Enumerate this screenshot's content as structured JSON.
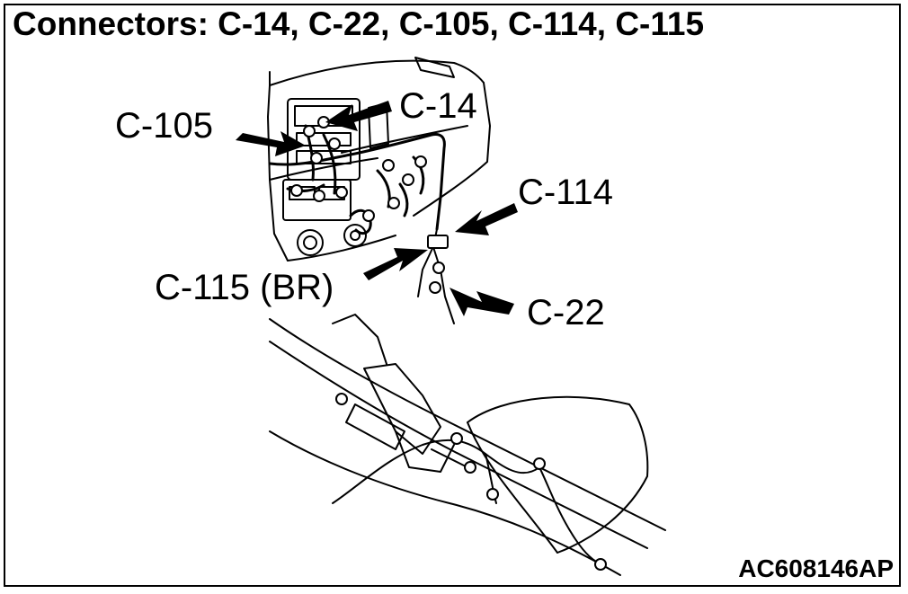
{
  "title": "Connectors: C-14, C-22, C-105, C-114, C-115",
  "figure_id": "AC608146AP",
  "connectors": {
    "c105": "C-105",
    "c14": "C-14",
    "c114": "C-114",
    "c115": "C-115 (BR)",
    "c22": "C-22"
  }
}
